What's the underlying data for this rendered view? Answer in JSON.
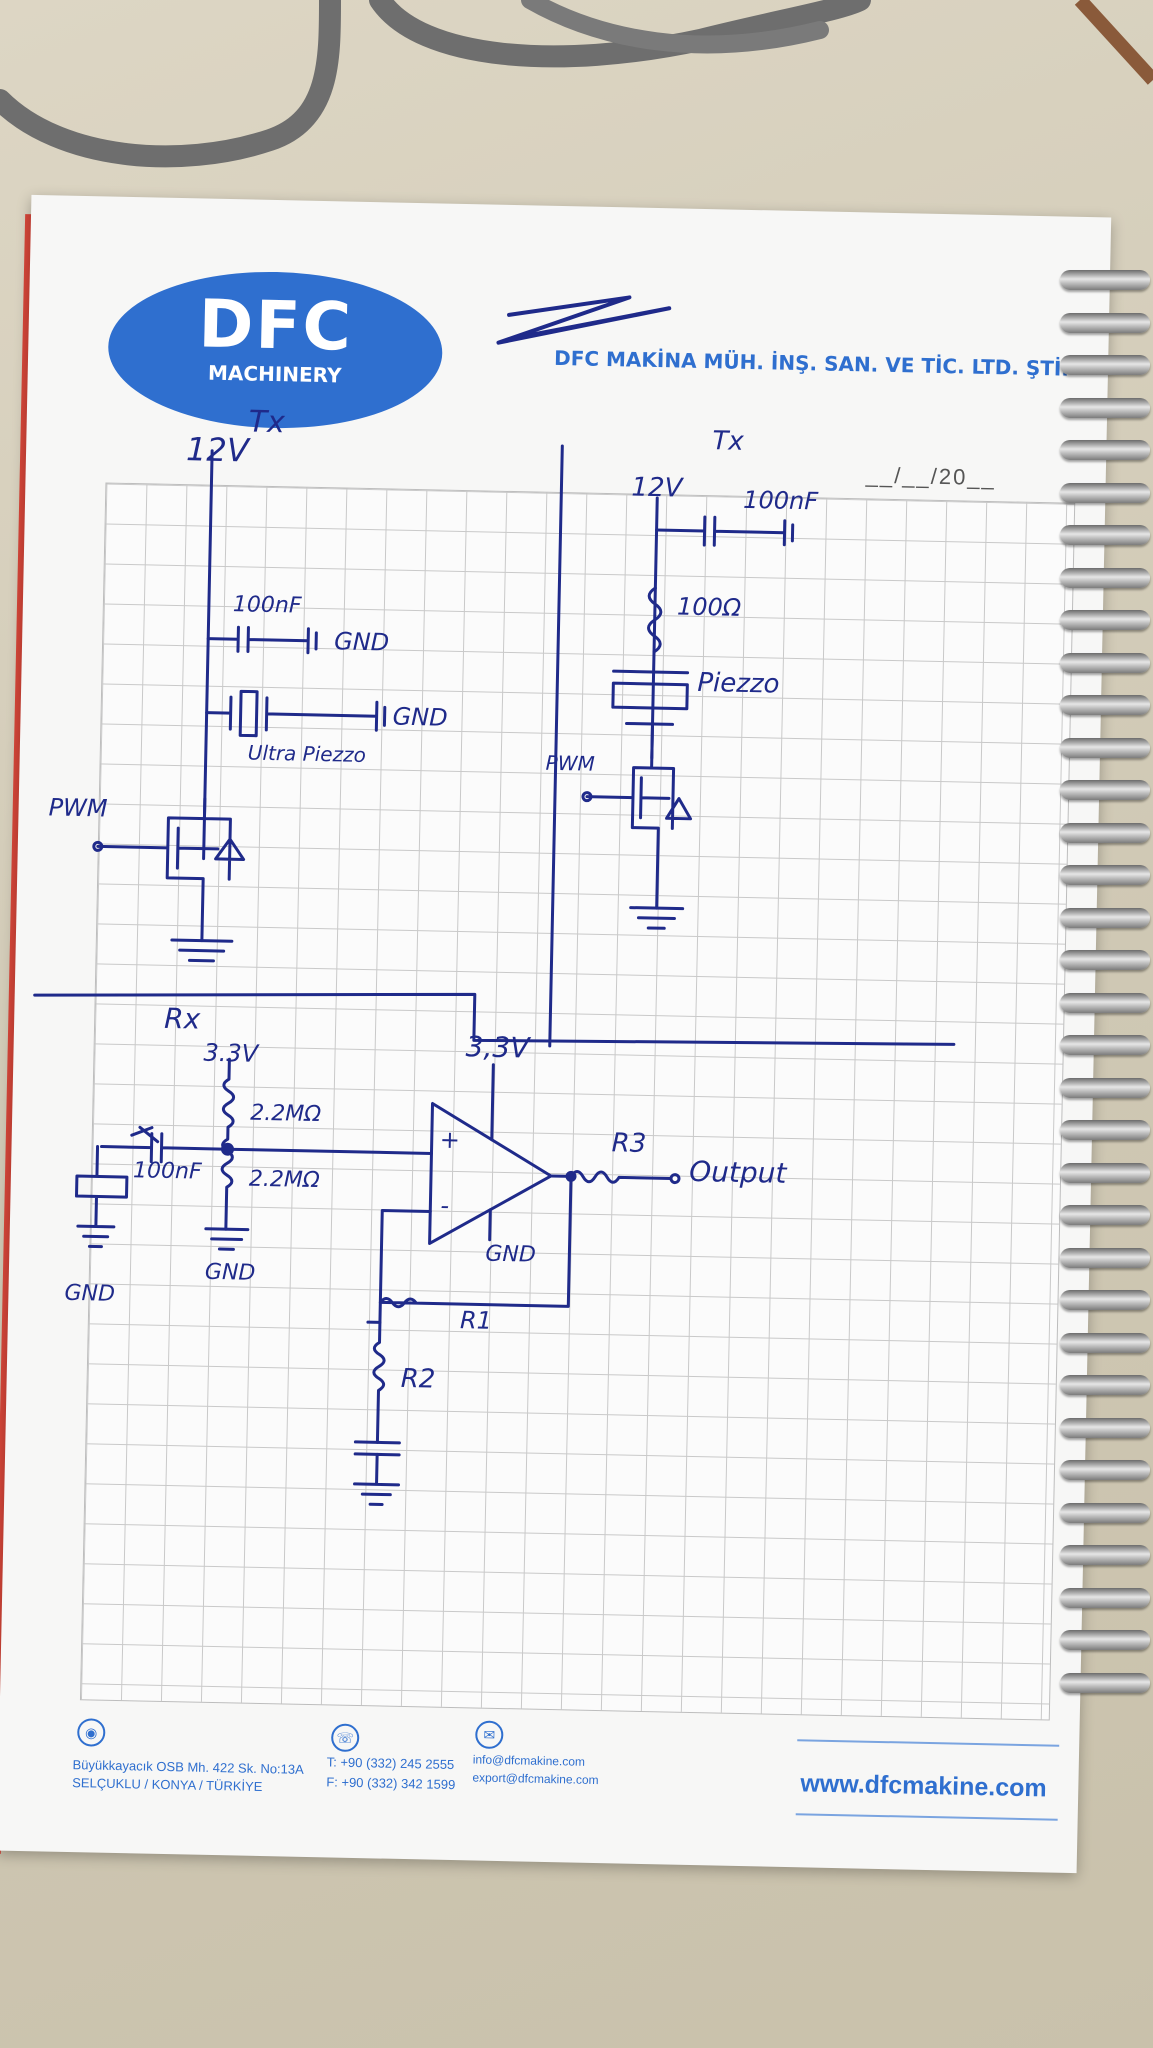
{
  "logo": {
    "main": "DFC",
    "sub": "MACHINERY"
  },
  "company_name": "DFC MAKİNA MÜH. İNŞ. SAN. VE TİC. LTD. ŞTİ.",
  "page_number": "__/__/20__",
  "schematic_labels": {
    "tx_left_title": "Tx",
    "tx_left_supply": "12V",
    "tx_left_cap": "100nF",
    "tx_left_gnd1": "GND",
    "tx_left_gnd2": "GND",
    "tx_left_piezo": "Ultra Piezzo",
    "tx_left_pwm": "PWM",
    "tx_right_title": "Tx",
    "tx_right_supply": "12V",
    "tx_right_cap": "100nF",
    "tx_right_res": "100Ω",
    "tx_right_piezo": "Piezzo",
    "tx_right_pwm": "PWM",
    "rx_title": "Rx",
    "rx_bias_supply": "3.3V",
    "rx_opamp_supply": "3,3V",
    "rx_r_top": "2.2MΩ",
    "rx_r_bottom": "2.2MΩ",
    "rx_cap": "100nF",
    "rx_gnd_piezo": "GND",
    "rx_gnd_div": "GND",
    "rx_gnd_opamp": "GND",
    "rx_r3": "R3",
    "rx_output": "Output",
    "rx_r1": "R1",
    "rx_r2": "R2",
    "opamp_plus": "+",
    "opamp_minus": "-"
  },
  "footer": {
    "address_line1": "Büyükkayacık OSB Mh. 422 Sk. No:13A",
    "address_line2": "SELÇUKLU / KONYA / TÜRKİYE",
    "phone_t": "T: +90 (332) 245 2555",
    "phone_f": "F: +90 (332) 342 1599",
    "email1": "info@dfcmakine.com",
    "email2": "export@dfcmakine.com",
    "website": "www.dfcmakine.com"
  },
  "icons": {
    "location": "map-pin-icon",
    "phone": "phone-icon",
    "mail": "mail-icon"
  },
  "colors": {
    "brand_blue": "#2f6fcf",
    "ink": "#1f2a8a",
    "paper": "#f7f7f6"
  }
}
